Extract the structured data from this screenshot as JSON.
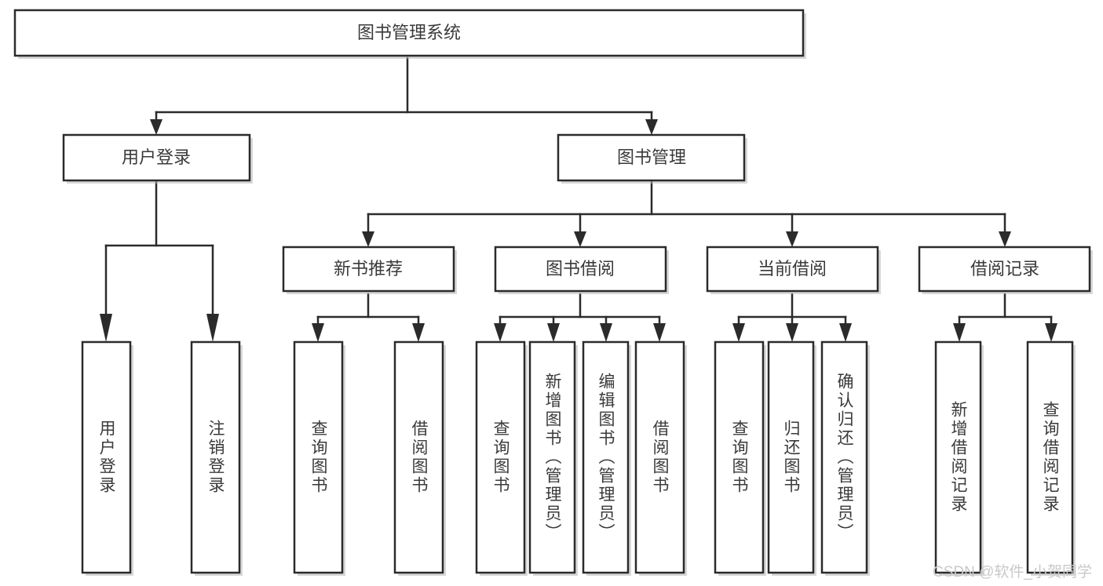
{
  "diagram": {
    "type": "tree-hierarchy",
    "title": "图书管理系统",
    "watermark": "CSDN @软件_小贺同学",
    "colors": {
      "stroke": "#2b2b2b",
      "fill": "#ffffff",
      "text": "#3a3a3a",
      "watermark": "#c9c9c9"
    },
    "levels": [
      {
        "level": 1,
        "nodes": [
          {
            "id": "root",
            "label": "图书管理系统",
            "orientation": "horizontal"
          }
        ]
      },
      {
        "level": 2,
        "nodes": [
          {
            "id": "login",
            "label": "用户登录",
            "orientation": "horizontal",
            "parent": "root"
          },
          {
            "id": "bookmgr",
            "label": "图书管理",
            "orientation": "horizontal",
            "parent": "root"
          }
        ]
      },
      {
        "level": 3,
        "nodes": [
          {
            "id": "newbook",
            "label": "新书推荐",
            "orientation": "horizontal",
            "parent": "bookmgr"
          },
          {
            "id": "borrow",
            "label": "图书借阅",
            "orientation": "horizontal",
            "parent": "bookmgr"
          },
          {
            "id": "current",
            "label": "当前借阅",
            "orientation": "horizontal",
            "parent": "bookmgr"
          },
          {
            "id": "records",
            "label": "借阅记录",
            "orientation": "horizontal",
            "parent": "bookmgr"
          }
        ]
      },
      {
        "level": 4,
        "nodes": [
          {
            "id": "leaf-user-login",
            "label": "用户登录",
            "orientation": "vertical",
            "parent": "login"
          },
          {
            "id": "leaf-user-logout",
            "label": "注销登录",
            "orientation": "vertical",
            "parent": "login"
          },
          {
            "id": "leaf-query-book-1",
            "label": "查询图书",
            "orientation": "vertical",
            "parent": "newbook"
          },
          {
            "id": "leaf-borrow-book-1",
            "label": "借阅图书",
            "orientation": "vertical",
            "parent": "newbook"
          },
          {
            "id": "leaf-query-book-2",
            "label": "查询图书",
            "orientation": "vertical",
            "parent": "borrow"
          },
          {
            "id": "leaf-add-book",
            "label": "新增图书（管理员）",
            "orientation": "vertical",
            "parent": "borrow"
          },
          {
            "id": "leaf-edit-book",
            "label": "编辑图书（管理员）",
            "orientation": "vertical",
            "parent": "borrow"
          },
          {
            "id": "leaf-borrow-book-2",
            "label": "借阅图书",
            "orientation": "vertical",
            "parent": "borrow"
          },
          {
            "id": "leaf-query-book-3",
            "label": "查询图书",
            "orientation": "vertical",
            "parent": "current"
          },
          {
            "id": "leaf-return-book",
            "label": "归还图书",
            "orientation": "vertical",
            "parent": "current"
          },
          {
            "id": "leaf-confirm-return",
            "label": "确认归还（管理员）",
            "orientation": "vertical",
            "parent": "current"
          },
          {
            "id": "leaf-add-record",
            "label": "新增借阅记录",
            "orientation": "vertical",
            "parent": "records"
          },
          {
            "id": "leaf-query-record",
            "label": "查询借阅记录",
            "orientation": "vertical",
            "parent": "records"
          }
        ]
      }
    ]
  }
}
